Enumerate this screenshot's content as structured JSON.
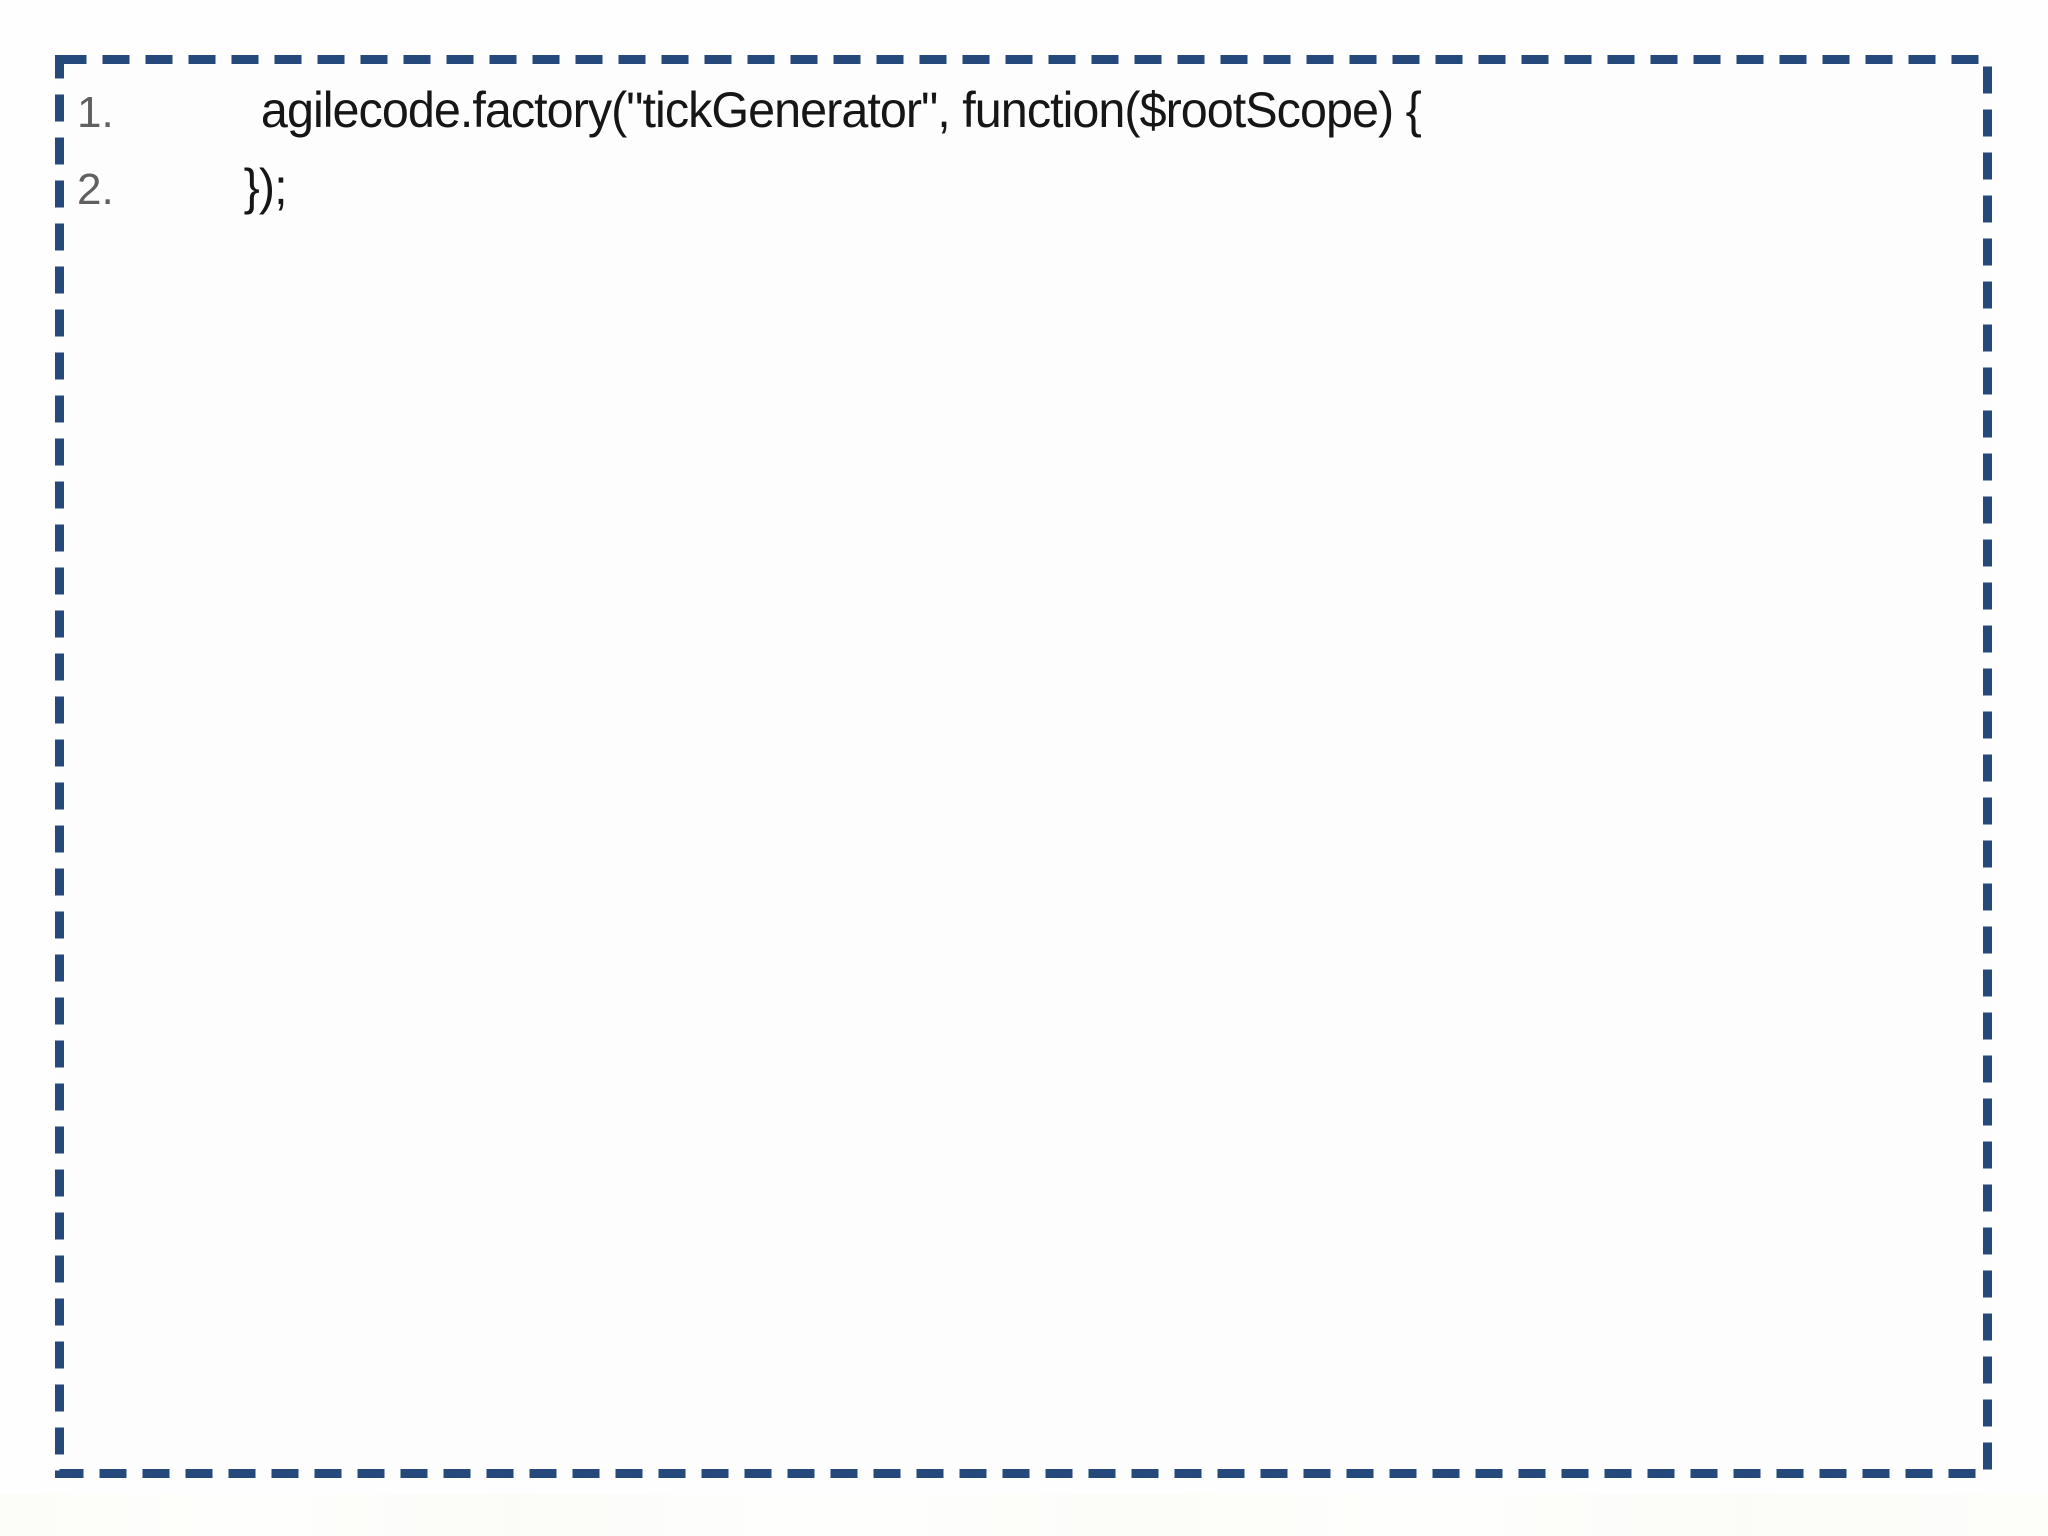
{
  "code_block": {
    "lines": [
      {
        "number": "1.",
        "code": "agilecode.factory(\"tickGenerator\", function($rootScope) {"
      },
      {
        "number": "2.",
        "code": "});"
      }
    ]
  },
  "colors": {
    "border": "#24497A",
    "line_number": "#606060",
    "code_text": "#161616",
    "background": "#FFFFFF"
  }
}
